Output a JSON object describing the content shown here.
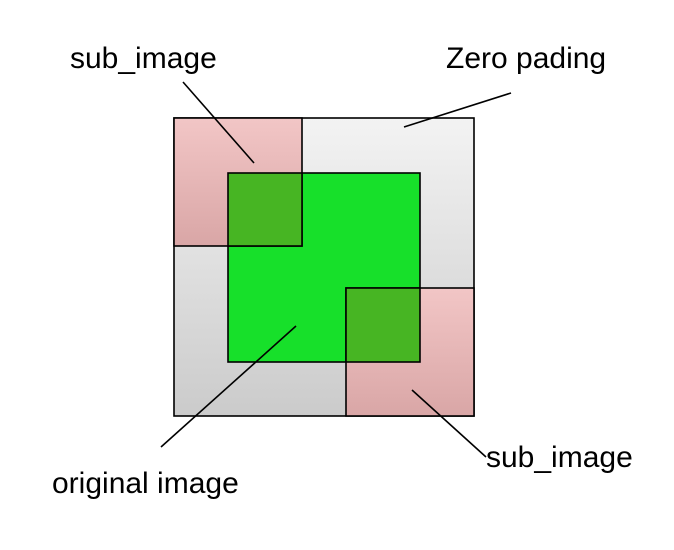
{
  "labels": {
    "top_left": "sub_image",
    "top_right": "Zero pading",
    "bottom_right": "sub_image",
    "bottom_left": "original image"
  },
  "colors": {
    "padding_top": "#f3f3f3",
    "padding_bottom": "#cbcbcb",
    "original_image": "#17e02a",
    "sub_image_top": "#f2c6c6",
    "sub_image_bottom": "#d9a6a6",
    "overlap": "#47b523",
    "line": "#000000"
  }
}
